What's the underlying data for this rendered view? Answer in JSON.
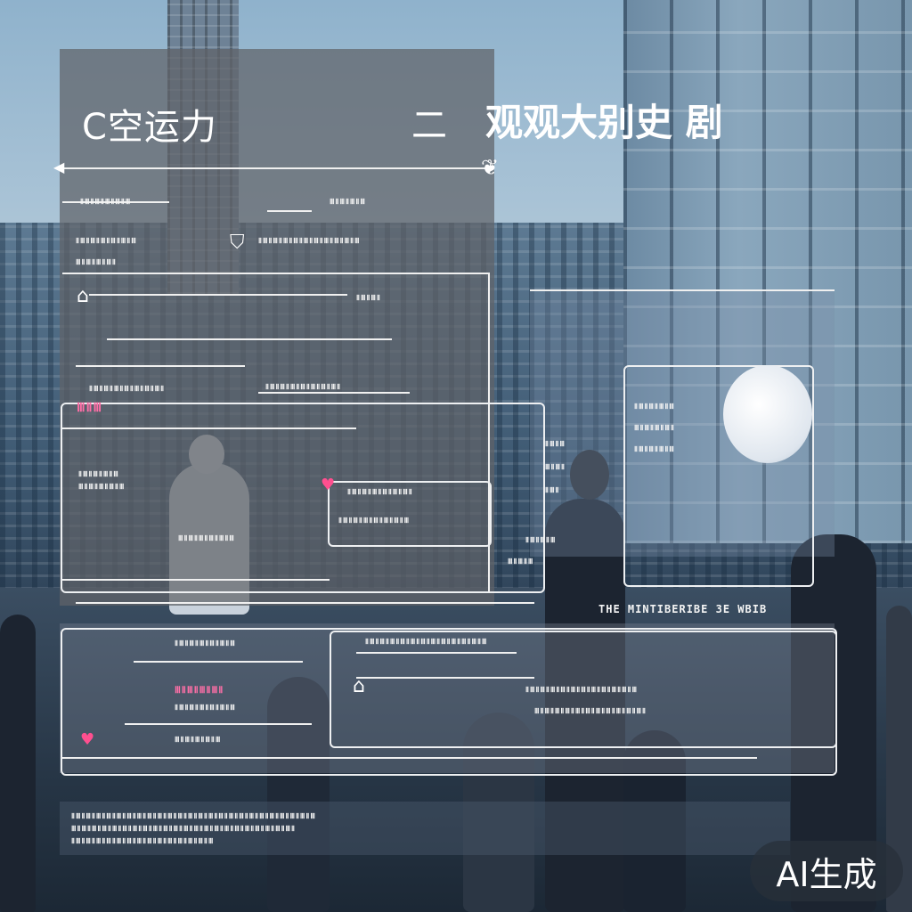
{
  "header": {
    "title_left": "C空运力",
    "title_dash": "二",
    "title_right": "观观大别史 剧"
  },
  "captions": {
    "mid_caption": "THE  MINTIBERIBE 3E WBIB"
  },
  "badge": {
    "label": "AI生成"
  },
  "icons": {
    "arrow": "arrow-icon",
    "leaf": "leaf-icon",
    "shield": "shield-icon",
    "pin": "pin-icon",
    "heart": "heart-icon"
  },
  "colors": {
    "panel_gray": "#606268",
    "accent_pink": "#ff4f8f",
    "line_white": "#f0f0f0"
  }
}
